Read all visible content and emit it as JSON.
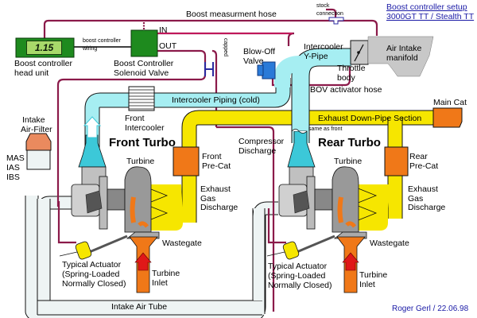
{
  "title": {
    "line1": "Boost controller setup",
    "line2": "3000GT TT / Stealth TT"
  },
  "credit": "Roger Gerl / 22.06.98",
  "head_unit": {
    "display_value": "1.15",
    "label_line1": "Boost controller",
    "label_line2": "head unit"
  },
  "wiring_label_line1": "boost controller",
  "wiring_label_line2": "wiring",
  "solenoid": {
    "label_line1": "Boost Controller",
    "label_line2": "Solenoid Valve",
    "port_in": "IN",
    "port_out": "OUT"
  },
  "hoses": {
    "boost_measurement": "Boost measurment hose",
    "stock_connection_line1": "stock",
    "stock_connection_line2": "connection",
    "capped": "capped",
    "bov_activator": "BOV activator hose"
  },
  "blow_off_valve": {
    "line1": "Blow-Off",
    "line2": "Valve"
  },
  "intercooler_ypipe": {
    "line1": "Intercooler",
    "line2": "Y-Pipe"
  },
  "throttle_body": {
    "line1": "Throttle",
    "line2": "body"
  },
  "air_intake_manifold": {
    "line1": "Air Intake",
    "line2": "manifold"
  },
  "intercooler_piping": "Intercooler Piping (cold)",
  "front_intercooler": {
    "line1": "Front",
    "line2": "Intercooler"
  },
  "intake_filter": {
    "line1": "Intake",
    "line2": "Air-Filter"
  },
  "sensors": [
    "MAS",
    "IAS",
    "IBS"
  ],
  "front_turbo": {
    "title": "Front Turbo",
    "turbine": "Turbine",
    "precat_line1": "Front",
    "precat_line2": "Pre-Cat",
    "exhaust_line1": "Exhaust",
    "exhaust_line2": "Gas",
    "exhaust_line3": "Discharge",
    "wastegate": "Wastegate",
    "actuator_line1": "Typical Actuator",
    "actuator_line2": "(Spring-Loaded",
    "actuator_line3": "Normally Closed)",
    "inlet_line1": "Turbine",
    "inlet_line2": "Inlet"
  },
  "rear_turbo": {
    "title": "Rear Turbo",
    "turbine": "Turbine",
    "precat_line1": "Rear",
    "precat_line2": "Pre-Cat",
    "exhaust_line1": "Exhaust",
    "exhaust_line2": "Gas",
    "exhaust_line3": "Discharge",
    "wastegate": "Wastegate",
    "actuator_line1": "Typical Actuator",
    "actuator_line2": "(Spring-Loaded",
    "actuator_line3": "Normally Closed)",
    "inlet_line1": "Turbine",
    "inlet_line2": "Inlet"
  },
  "compressor_discharge": {
    "line1": "Compressor",
    "line2": "Discharge"
  },
  "same_as_front": "same as front",
  "exhaust_downpipe": "Exhaust Down-Pipe Section",
  "main_cat": "Main Cat",
  "intake_air_tube": "Intake Air Tube",
  "colors": {
    "hose": "#8b1a4a",
    "hose_bright": "#c0185a",
    "intercooler": "#a6eef2",
    "intercooler_dark": "#3cc8d8",
    "exhaust": "#f6e600",
    "cat": "#f07818",
    "intake_tube": "#eef4f4",
    "controller_green": "#1e8a1e",
    "turbo_gray": "#a8a8a8",
    "bov_blue": "#2a7ad8",
    "manifold_gray": "#c8c8c8"
  }
}
